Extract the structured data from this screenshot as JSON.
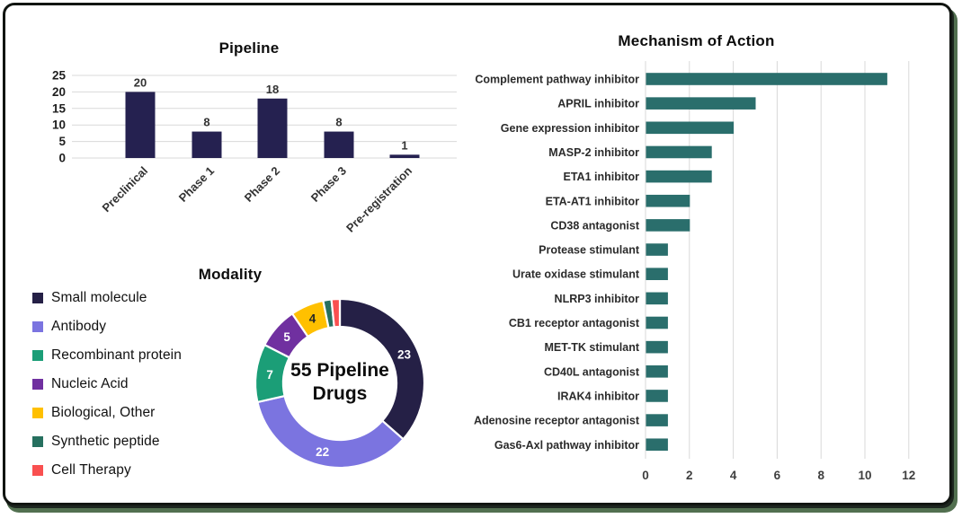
{
  "panel": {
    "background": "#ffffff",
    "border_color": "#111511",
    "shadow_color": "#527050",
    "gridline_color": "#d9d9d9",
    "axis_text_color": "#3f3f3f"
  },
  "chart_data": [
    {
      "id": "pipeline",
      "type": "bar",
      "title": "Pipeline",
      "categories": [
        "Preclinical",
        "Phase 1",
        "Phase 2",
        "Phase 3",
        "Pre-registration"
      ],
      "values": [
        20,
        8,
        18,
        8,
        1
      ],
      "ylim": [
        0,
        25
      ],
      "yticks": [
        0,
        5,
        10,
        15,
        20,
        25
      ],
      "bar_color": "#252150",
      "grid": true,
      "data_labels_shown": true,
      "legend_position": "none"
    },
    {
      "id": "modality",
      "type": "donut",
      "title": "Modality",
      "center_label": "55 Pipeline Drugs",
      "center_label_lines": [
        "55 Pipeline",
        "Drugs"
      ],
      "legend_position": "left",
      "segments": [
        {
          "label": "Small molecule",
          "value": 23,
          "color": "#252046",
          "value_shown": true,
          "value_color": "#ffffff"
        },
        {
          "label": "Antibody",
          "value": 22,
          "color": "#7B74E0",
          "value_shown": true,
          "value_color": "#ffffff"
        },
        {
          "label": "Recombinant protein",
          "value": 7,
          "color": "#1B9E77",
          "value_shown": true,
          "value_color": "#ffffff"
        },
        {
          "label": "Nucleic Acid",
          "value": 5,
          "color": "#7030A0",
          "value_shown": true,
          "value_color": "#ffffff"
        },
        {
          "label": "Biological, Other",
          "value": 4,
          "color": "#FFC000",
          "value_shown": true,
          "value_color": "#262626"
        },
        {
          "label": "Synthetic peptide",
          "value": 1,
          "color": "#26705F",
          "value_shown": false,
          "value_color": "#ffffff"
        },
        {
          "label": "Cell Therapy",
          "value": 1,
          "color": "#F95050",
          "value_shown": false,
          "value_color": "#ffffff"
        }
      ]
    },
    {
      "id": "mechanism",
      "type": "bar-horizontal",
      "title": "Mechanism of Action",
      "categories": [
        "Complement pathway inhibitor",
        "APRIL inhibitor",
        "Gene expression inhibitor",
        "MASP-2 inhibitor",
        "ETA1 inhibitor",
        "ETA-AT1 inhibitor",
        "CD38 antagonist",
        "Protease stimulant",
        "Urate oxidase stimulant",
        "NLRP3 inhibitor",
        "CB1 receptor antagonist",
        "MET-TK stimulant",
        "CD40L antagonist",
        "IRAK4 inhibitor",
        "Adenosine receptor antagonist",
        "Gas6-Axl pathway inhibitor"
      ],
      "values": [
        11,
        5,
        4,
        3,
        3,
        2,
        2,
        1,
        1,
        1,
        1,
        1,
        1,
        1,
        1,
        1
      ],
      "xlim": [
        0,
        12
      ],
      "xticks": [
        0,
        2,
        4,
        6,
        8,
        10,
        12
      ],
      "bar_color": "#2A6E6C",
      "grid": true,
      "legend_position": "none"
    }
  ]
}
